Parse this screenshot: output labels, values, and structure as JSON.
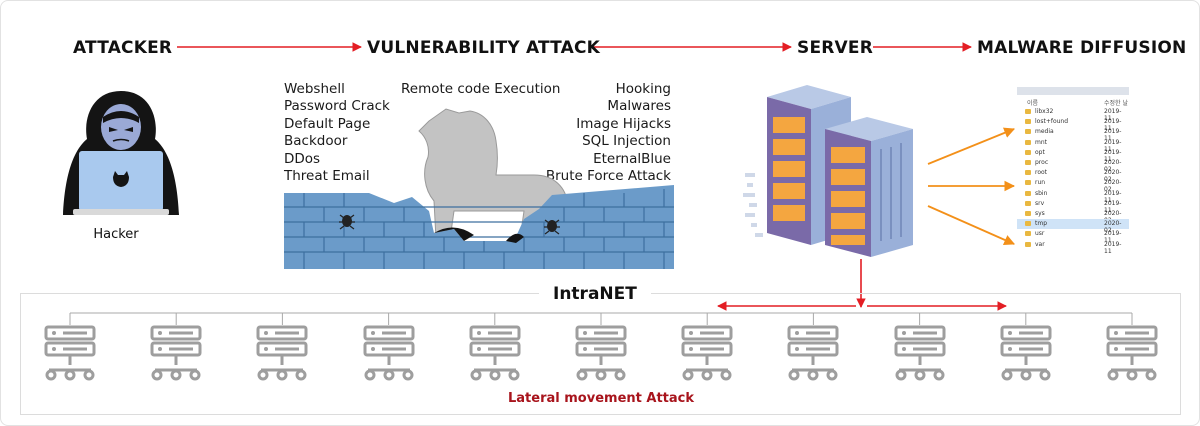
{
  "stages": [
    "ATTACKER",
    "VULNERABILITY ATTACK",
    "SERVER",
    "MALWARE DIFFUSION"
  ],
  "hacker_label": "Hacker",
  "attacks_left": [
    "Webshell",
    "Password Crack",
    "Default Page",
    "Backdoor",
    "DDos",
    "Threat Email"
  ],
  "attack_center": "Remote code Execution",
  "attacks_right": [
    "Hooking",
    "Malwares",
    "Image Hijacks",
    "SQL Injection",
    "EternalBlue",
    "Brute Force Attack"
  ],
  "intranet_title": "IntraNET",
  "lateral_label": "Lateral movement Attack",
  "explorer": {
    "col_name": "이름",
    "col_date": "수정한 날",
    "files": [
      {
        "name": "libx32",
        "date": "2019-11"
      },
      {
        "name": "lost+found",
        "date": "2019-11"
      },
      {
        "name": "media",
        "date": "2019-11"
      },
      {
        "name": "mnt",
        "date": "2019-11"
      },
      {
        "name": "opt",
        "date": "2019-11"
      },
      {
        "name": "proc",
        "date": "2020-02"
      },
      {
        "name": "root",
        "date": "2020-02"
      },
      {
        "name": "run",
        "date": "2020-02"
      },
      {
        "name": "sbin",
        "date": "2019-11"
      },
      {
        "name": "srv",
        "date": "2019-11"
      },
      {
        "name": "sys",
        "date": "2020-02"
      },
      {
        "name": "tmp",
        "date": "2020-02",
        "selected": true
      },
      {
        "name": "usr",
        "date": "2019-11"
      },
      {
        "name": "var",
        "date": "2019-11"
      }
    ]
  },
  "intranet_server_count": 11,
  "colors": {
    "flow_arrow": "#e31e24",
    "diffusion_arrow": "#f39019",
    "wall": "#6b9bc9",
    "server_purple": "#7a6aa8",
    "server_orange": "#f4a640",
    "node_icon": "#9e9e9e",
    "lateral_text": "#a8141c"
  }
}
